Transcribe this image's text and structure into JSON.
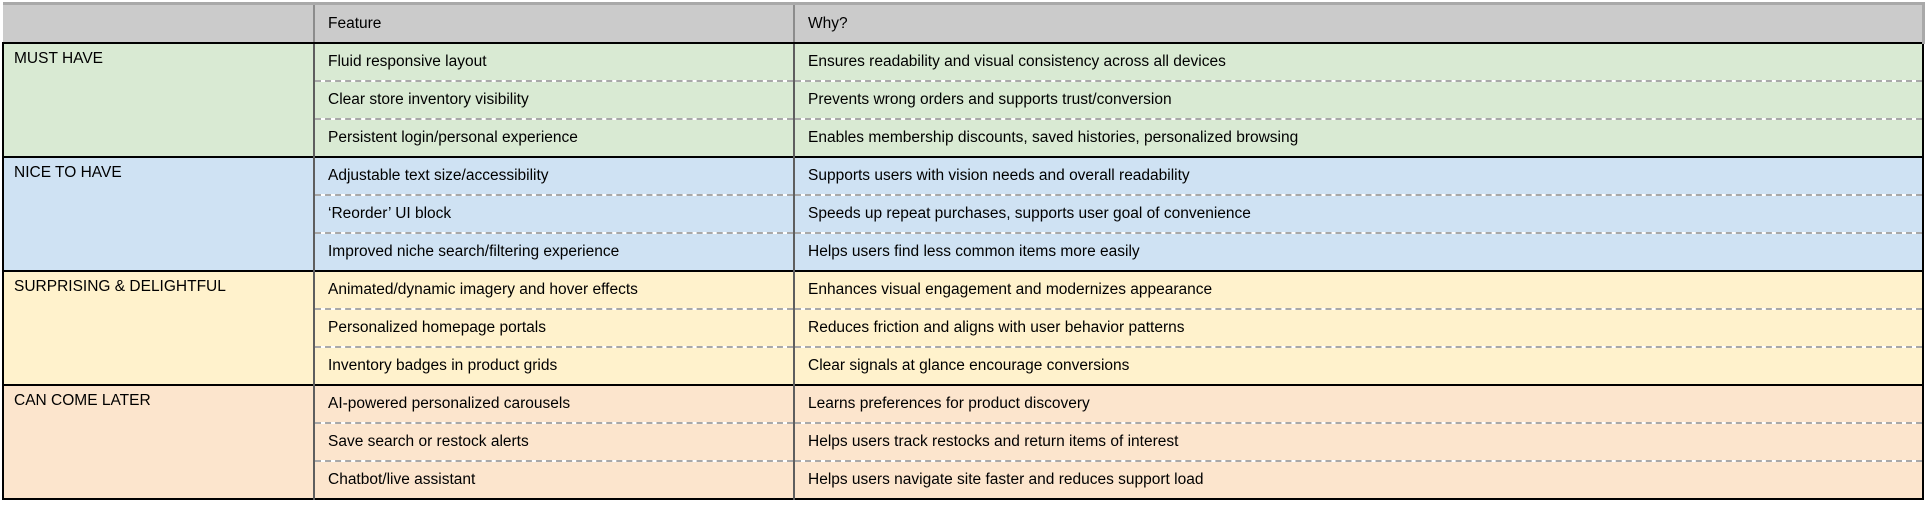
{
  "table": {
    "header": {
      "category": "",
      "feature": "Feature",
      "why": "Why?"
    },
    "colors": {
      "header_bg": "#cbcbcb",
      "header_border": "#a9a9a9",
      "section_border": "#000000",
      "column_divider": "#5e5e5e",
      "row_divider": "#a8a8a8"
    },
    "sections": [
      {
        "category": "MUST HAVE",
        "color": "#d9ead3",
        "rows": [
          {
            "feature": "Fluid responsive layout",
            "why": "Ensures readability and visual consistency across all devices"
          },
          {
            "feature": "Clear store inventory visibility",
            "why": "Prevents wrong orders and supports trust/conversion"
          },
          {
            "feature": "Persistent login/personal experience",
            "why": "Enables membership discounts, saved histories, personalized browsing"
          }
        ]
      },
      {
        "category": "NICE TO HAVE",
        "color": "#cfe2f3",
        "rows": [
          {
            "feature": "Adjustable text size/accessibility",
            "why": "Supports users with vision needs and overall readability"
          },
          {
            "feature": "‘Reorder’ UI block",
            "why": "Speeds up repeat purchases, supports user goal of convenience"
          },
          {
            "feature": "Improved niche search/filtering experience",
            "why": "Helps users find less common items more easily"
          }
        ]
      },
      {
        "category": "SURPRISING & DELIGHTFUL",
        "color": "#fff2cc",
        "rows": [
          {
            "feature": "Animated/dynamic imagery and hover effects",
            "why": "Enhances visual engagement and modernizes appearance"
          },
          {
            "feature": "Personalized homepage portals",
            "why": "Reduces friction and aligns with user behavior patterns"
          },
          {
            "feature": "Inventory badges in product grids",
            "why": "Clear signals at glance encourage conversions"
          }
        ]
      },
      {
        "category": "CAN COME LATER",
        "color": "#fce5cd",
        "rows": [
          {
            "feature": "AI-powered personalized carousels",
            "why": "Learns preferences for product discovery"
          },
          {
            "feature": "Save search or restock alerts",
            "why": "Helps users track restocks and return items of interest"
          },
          {
            "feature": "Chatbot/live assistant",
            "why": "Helps users navigate site faster and reduces support load"
          }
        ]
      }
    ]
  }
}
